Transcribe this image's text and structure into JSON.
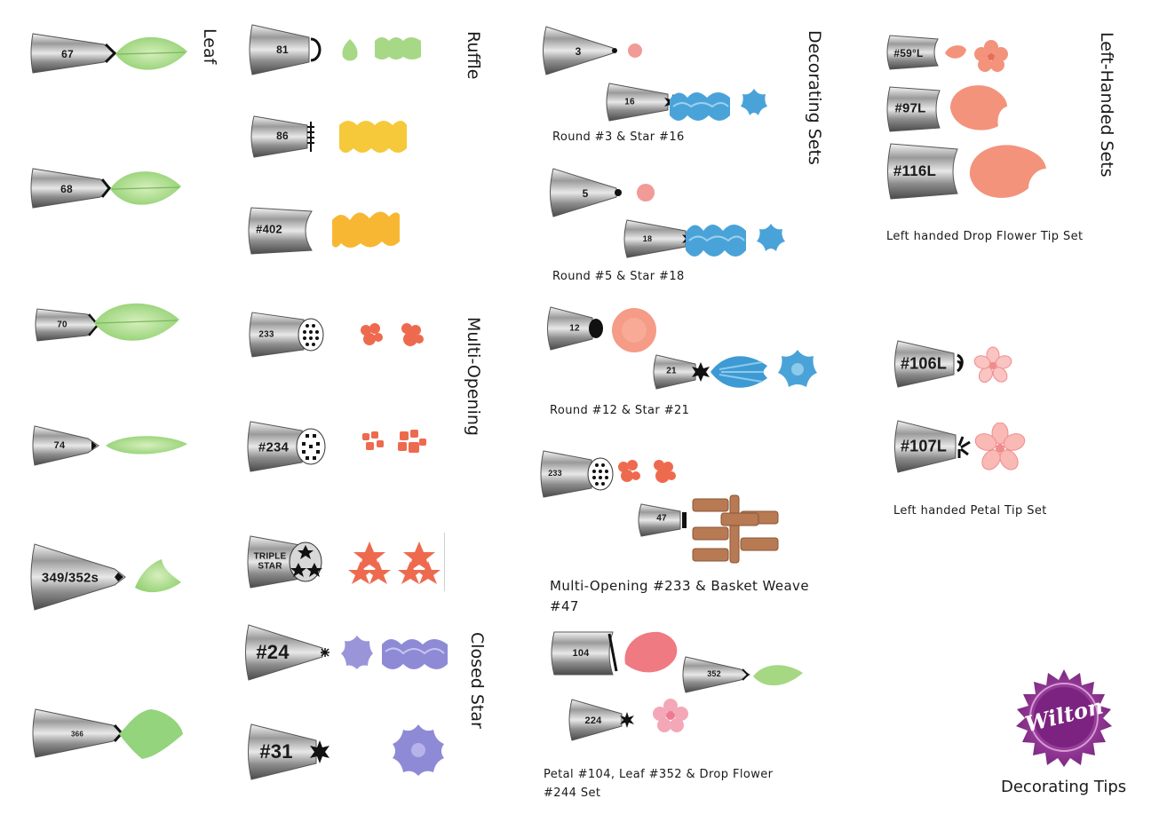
{
  "sections": {
    "leaf": "Leaf",
    "ruffle": "Ruffle",
    "multi_opening": "Multi-Opening",
    "closed_star": "Closed Star",
    "decorating_sets": "Decorating Sets",
    "left_handed_sets": "Left-Handed Sets"
  },
  "leaf_tips": [
    "67",
    "68",
    "70",
    "74",
    "349/352s",
    "366"
  ],
  "ruffle_tips": [
    "81",
    "86",
    "#402"
  ],
  "multi_opening_tips": [
    "233",
    "#234",
    "TRIPLE",
    "STAR"
  ],
  "closed_star_tips": [
    "#24",
    "#31"
  ],
  "decorating_sets": [
    {
      "tips": [
        "3",
        "16"
      ],
      "caption": "Round #3 & Star #16"
    },
    {
      "tips": [
        "5",
        "18"
      ],
      "caption": "Round  #5 & Star #18"
    },
    {
      "tips": [
        "12",
        "21"
      ],
      "caption": "Round  #12 & Star #21"
    },
    {
      "tips": [
        "233",
        "47"
      ],
      "caption": "Multi-Opening #233 & Basket Weave #47"
    },
    {
      "tips": [
        "104",
        "352",
        "224"
      ],
      "caption": "Petal #104, Leaf #352 & Drop Flower #244 Set"
    }
  ],
  "left_handed": {
    "drop_flower_tips": [
      "#59°L",
      "#97L",
      "#116L"
    ],
    "drop_flower_caption": "Left handed Drop Flower Tip Set",
    "petal_tips": [
      "#106L",
      "#107L"
    ],
    "petal_caption": "Left handed Petal Tip Set"
  },
  "brand": {
    "logo_text": "Wilton",
    "footer_title": "Decorating Tips"
  },
  "colors": {
    "leaf_green": "#a6d884",
    "ruffle_yellow": "#f6c93a",
    "coral": "#ee6a4f",
    "lavender": "#8f8ad6",
    "blue": "#4aa3d8",
    "pink": "#f28a8a",
    "salmon": "#f3937b",
    "basket_brown": "#b77a52",
    "wilton_purple": "#8a2c8f"
  }
}
